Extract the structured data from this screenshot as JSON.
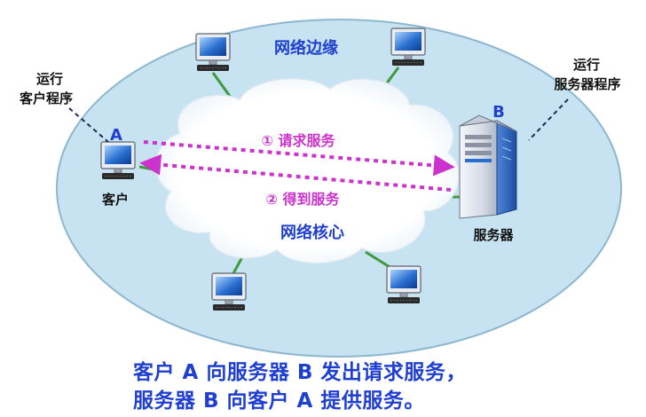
{
  "edge_label": "网络边缘",
  "core_label": "网络核心",
  "client": {
    "letter": "A",
    "label": "客户",
    "annotation_line1": "运行",
    "annotation_line2": "客户程序"
  },
  "server": {
    "letter": "B",
    "label": "服务器",
    "annotation_line1": "运行",
    "annotation_line2": "服务器程序"
  },
  "request_label": "① 请求服务",
  "response_label": "② 得到服务",
  "caption_line1": "客户 A 向服务器 B 发出请求服务，",
  "caption_line2": "服务器 B 向客户 A 提供服务。",
  "colors": {
    "edge_fill": "#c7e3f1",
    "edge_stroke": "#8eb7cf",
    "link_green": "#3d9a3d",
    "arrow_magenta": "#cc33cc",
    "text_blue": "#1f3fd0",
    "screen_blue": "#2a6fd0"
  }
}
